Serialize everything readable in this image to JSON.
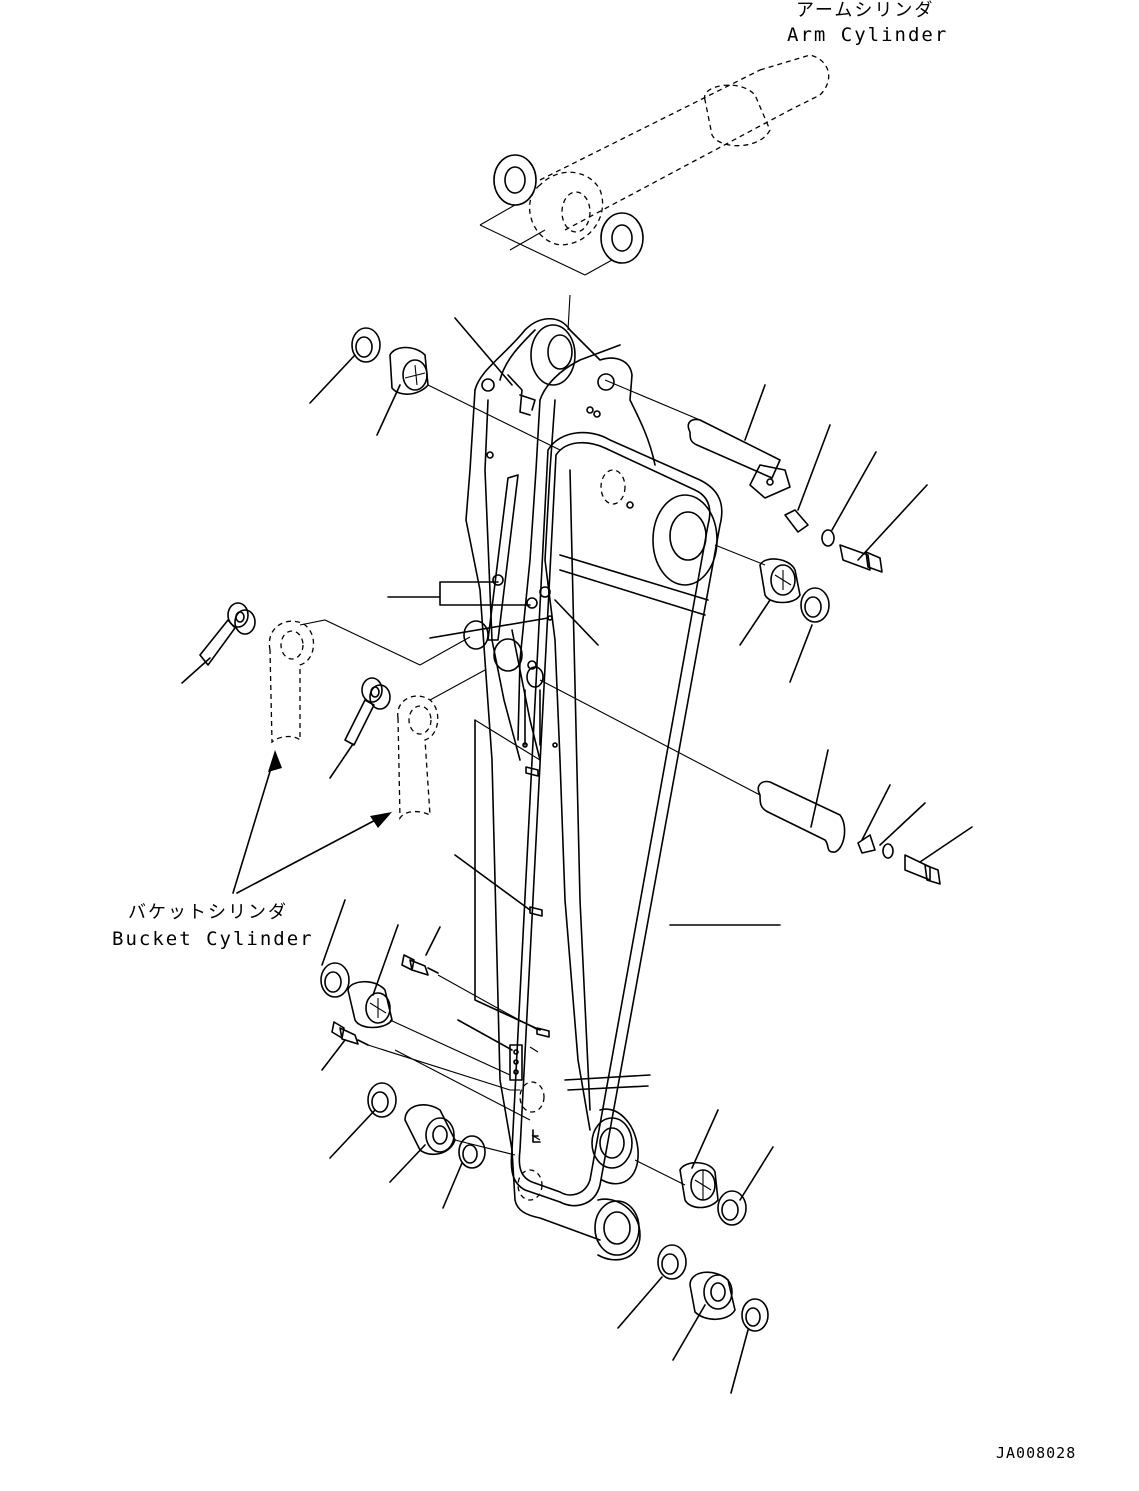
{
  "labels": {
    "arm_cylinder_jp": "アームシリンダ",
    "arm_cylinder_en": "Arm Cylinder",
    "bucket_cylinder_jp": "バケットシリンダ",
    "bucket_cylinder_en": "Bucket Cylinder",
    "drawing_code": "JA008028"
  }
}
